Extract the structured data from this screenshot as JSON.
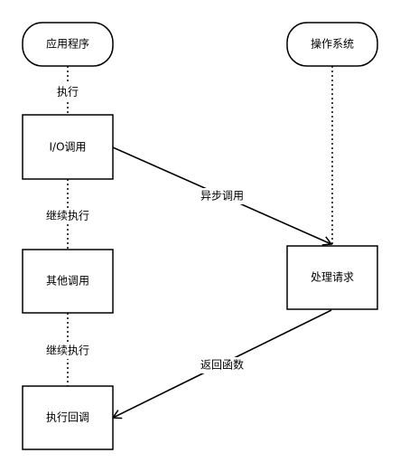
{
  "nodes": {
    "app": "应用程序",
    "os": "操作系统",
    "io_call": "I/O调用",
    "other_call": "其他调用",
    "callback": "执行回调",
    "handle": "处理请求"
  },
  "edges": {
    "execute": "执行",
    "continue_1": "继续执行",
    "continue_2": "继续执行",
    "async_call": "异步调用",
    "return_fn": "返回函数"
  }
}
